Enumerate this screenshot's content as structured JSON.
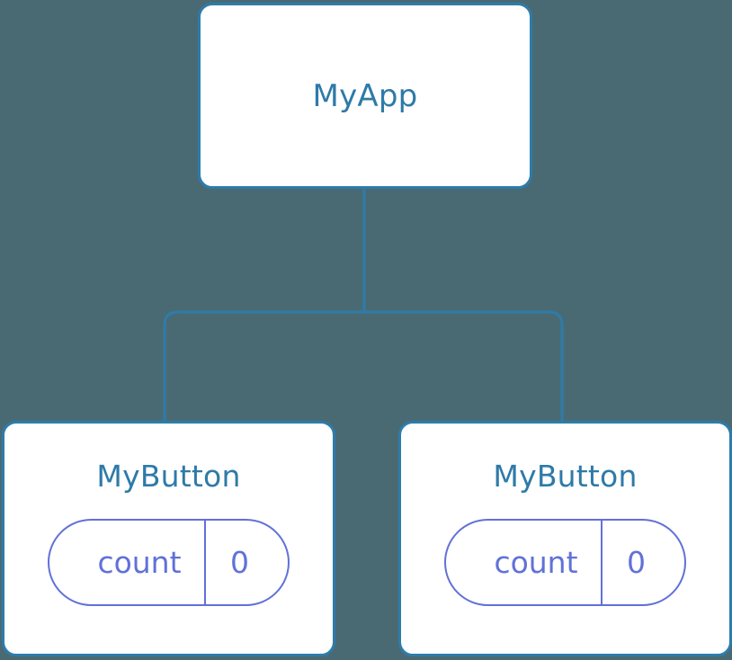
{
  "diagram": {
    "type": "component-tree",
    "background_color": "#4a6a73",
    "edge_color": "#2d7cab",
    "node_border_color": "#2d7cab",
    "node_background_color": "#ffffff",
    "title_color": "#2e7aa8",
    "pill_color": "#6171d8",
    "root": {
      "label": "MyApp"
    },
    "children": [
      {
        "label": "MyButton",
        "state": {
          "key": "count",
          "value": "0"
        }
      },
      {
        "label": "MyButton",
        "state": {
          "key": "count",
          "value": "0"
        }
      }
    ]
  }
}
